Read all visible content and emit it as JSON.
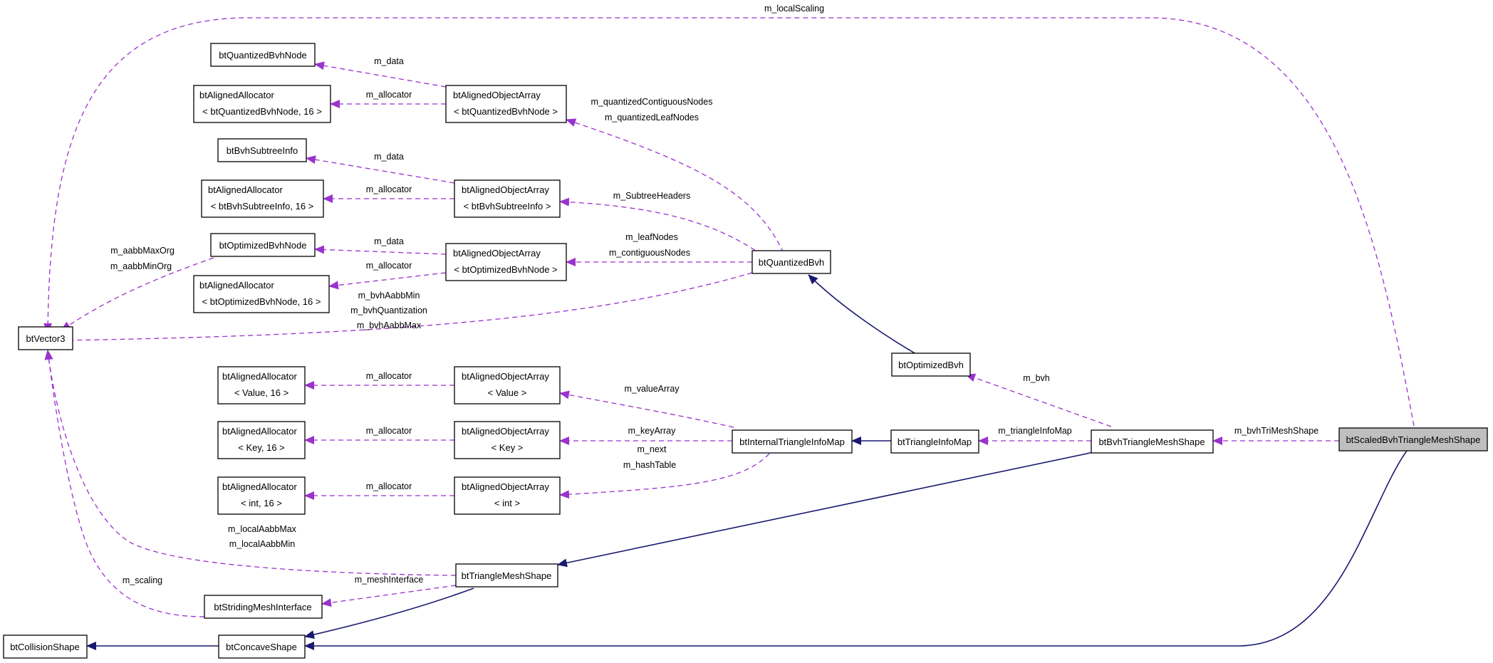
{
  "nodes": {
    "btScaledBvhTriangleMeshShape": [
      "btScaledBvhTriangleMeshShape"
    ],
    "btBvhTriangleMeshShape": [
      "btBvhTriangleMeshShape"
    ],
    "btTriangleInfoMap": [
      "btTriangleInfoMap"
    ],
    "btInternalTriangleInfoMap": [
      "btInternalTriangleInfoMap"
    ],
    "btOptimizedBvh": [
      "btOptimizedBvh"
    ],
    "btQuantizedBvh": [
      "btQuantizedBvh"
    ],
    "btVector3": [
      "btVector3"
    ],
    "btQuantizedBvhNode": [
      "btQuantizedBvhNode"
    ],
    "allocQuantizedBvhNode": [
      "btAlignedAllocator",
      "< btQuantizedBvhNode, 16 >"
    ],
    "arrQuantizedBvhNode": [
      "btAlignedObjectArray",
      "< btQuantizedBvhNode >"
    ],
    "btBvhSubtreeInfo": [
      "btBvhSubtreeInfo"
    ],
    "allocBvhSubtreeInfo": [
      "btAlignedAllocator",
      "< btBvhSubtreeInfo, 16 >"
    ],
    "arrBvhSubtreeInfo": [
      "btAlignedObjectArray",
      "< btBvhSubtreeInfo >"
    ],
    "btOptimizedBvhNode": [
      "btOptimizedBvhNode"
    ],
    "allocOptimizedBvhNode": [
      "btAlignedAllocator",
      "< btOptimizedBvhNode, 16 >"
    ],
    "arrOptimizedBvhNode": [
      "btAlignedObjectArray",
      "< btOptimizedBvhNode >"
    ],
    "allocValue": [
      "btAlignedAllocator",
      "< Value, 16 >"
    ],
    "arrValue": [
      "btAlignedObjectArray",
      "< Value >"
    ],
    "allocKey": [
      "btAlignedAllocator",
      "< Key, 16 >"
    ],
    "arrKey": [
      "btAlignedObjectArray",
      "< Key >"
    ],
    "allocInt": [
      "btAlignedAllocator",
      "< int, 16 >"
    ],
    "arrInt": [
      "btAlignedObjectArray",
      "< int >"
    ],
    "btTriangleMeshShape": [
      "btTriangleMeshShape"
    ],
    "btStridingMeshInterface": [
      "btStridingMeshInterface"
    ],
    "btConcaveShape": [
      "btConcaveShape"
    ],
    "btCollisionShape": [
      "btCollisionShape"
    ]
  },
  "edge_labels": {
    "localScaling": [
      "m_localScaling"
    ],
    "bvhTriMeshShape": [
      "m_bvhTriMeshShape"
    ],
    "bvh": [
      "m_bvh"
    ],
    "triangleInfoMap": [
      "m_triangleInfoMap"
    ],
    "quantizedNodes": [
      "m_quantizedContiguousNodes",
      "m_quantizedLeafNodes"
    ],
    "subtreeHeaders": [
      "m_SubtreeHeaders"
    ],
    "leafNodes": [
      "m_leafNodes",
      "m_contiguousNodes"
    ],
    "bvhAabb": [
      "m_bvhAabbMin",
      "m_bvhQuantization",
      "m_bvhAabbMax"
    ],
    "aabbOrg": [
      "m_aabbMaxOrg",
      "m_aabbMinOrg"
    ],
    "data1": [
      "m_data"
    ],
    "alloc1": [
      "m_allocator"
    ],
    "data2": [
      "m_data"
    ],
    "alloc2": [
      "m_allocator"
    ],
    "data3": [
      "m_data"
    ],
    "alloc3": [
      "m_allocator"
    ],
    "valueArray": [
      "m_valueArray"
    ],
    "keyArray": [
      "m_keyArray"
    ],
    "nextHash": [
      "m_next",
      "m_hashTable"
    ],
    "alloc4": [
      "m_allocator"
    ],
    "alloc5": [
      "m_allocator"
    ],
    "alloc6": [
      "m_allocator"
    ],
    "localAabb": [
      "m_localAabbMax",
      "m_localAabbMin"
    ],
    "meshInterface": [
      "m_meshInterface"
    ],
    "scaling": [
      "m_scaling"
    ]
  },
  "colors": {
    "member_edge": "#9a32cd",
    "inheritance_edge": "#191970",
    "highlight_fill": "#bfbfbf"
  }
}
